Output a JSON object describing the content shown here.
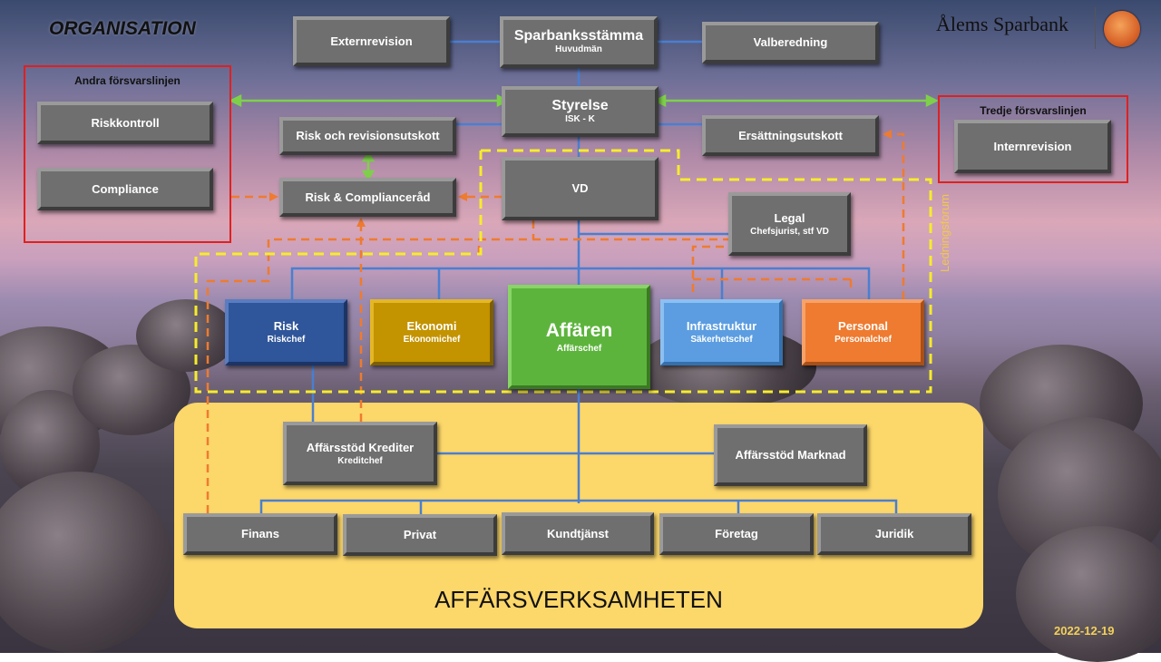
{
  "title": "ORGANISATION",
  "brand": {
    "name": "Ålems Sparbank",
    "logo_icon": "tree-logo-icon"
  },
  "date": "2022-12-19",
  "ledningsforum_label": "Ledningsforum",
  "affarsverksamheten_label": "AFFÄRSVERKSAMHETEN",
  "frames": {
    "second_line": "Andra försvarslinjen",
    "third_line": "Tredje försvarslinjen"
  },
  "boxes": {
    "externrevision": {
      "title": "Externrevision"
    },
    "sparbanksstamma": {
      "title": "Sparbanksstämma",
      "sub": "Huvudmän"
    },
    "valberedning": {
      "title": "Valberedning"
    },
    "styrelse": {
      "title": "Styrelse",
      "sub": "ISK - K"
    },
    "risk_revisionsutskott": {
      "title": "Risk och revisionsutskott"
    },
    "ersattningsutskott": {
      "title": "Ersättningsutskott"
    },
    "riskkontroll": {
      "title": "Riskkontroll"
    },
    "compliance": {
      "title": "Compliance"
    },
    "internrevision": {
      "title": "Internrevision"
    },
    "compliancerad": {
      "title": "Risk & Complianceråd"
    },
    "vd": {
      "title": "VD"
    },
    "legal": {
      "title": "Legal",
      "sub": "Chefsjurist, stf VD"
    },
    "risk": {
      "title": "Risk",
      "sub": "Riskchef"
    },
    "ekonomi": {
      "title": "Ekonomi",
      "sub": "Ekonomichef"
    },
    "affaren": {
      "title": "Affären",
      "sub": "Affärschef"
    },
    "infrastruktur": {
      "title": "Infrastruktur",
      "sub": "Säkerhetschef"
    },
    "personal": {
      "title": "Personal",
      "sub": "Personalchef"
    },
    "affarsstod_krediter": {
      "title": "Affärsstöd Krediter",
      "sub": "Kreditchef"
    },
    "affarsstod_marknad": {
      "title": "Affärsstöd Marknad"
    },
    "finans": {
      "title": "Finans"
    },
    "privat": {
      "title": "Privat"
    },
    "kundtjanst": {
      "title": "Kundtjänst"
    },
    "foretag": {
      "title": "Företag"
    },
    "juridik": {
      "title": "Juridik"
    }
  },
  "colors": {
    "line_blue": "#4a7fd0",
    "line_green": "#7ed04a",
    "dash_orange": "#ee7b30",
    "dash_yellow": "#f7ec2a",
    "frame_red": "#e02020",
    "area_yellow": "#fcd76a"
  }
}
